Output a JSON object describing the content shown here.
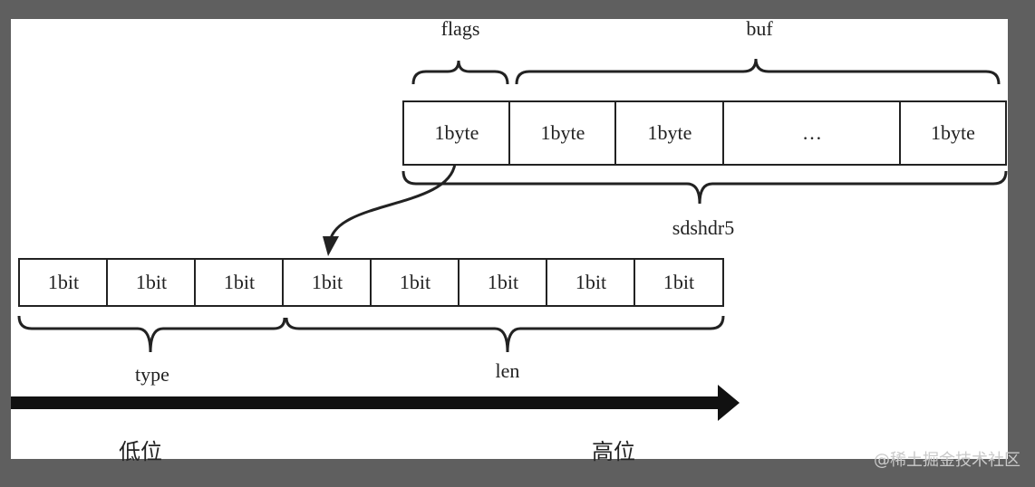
{
  "labels": {
    "flags": "flags",
    "buf": "buf",
    "sdshdr5": "sdshdr5",
    "type": "type",
    "len": "len",
    "low": "低位",
    "high": "高位"
  },
  "byte_cells": [
    "1byte",
    "1byte",
    "1byte",
    "…",
    "1byte"
  ],
  "bit_cells": [
    "1bit",
    "1bit",
    "1bit",
    "1bit",
    "1bit",
    "1bit",
    "1bit",
    "1bit"
  ],
  "watermark": "@稀土掘金技术社区"
}
